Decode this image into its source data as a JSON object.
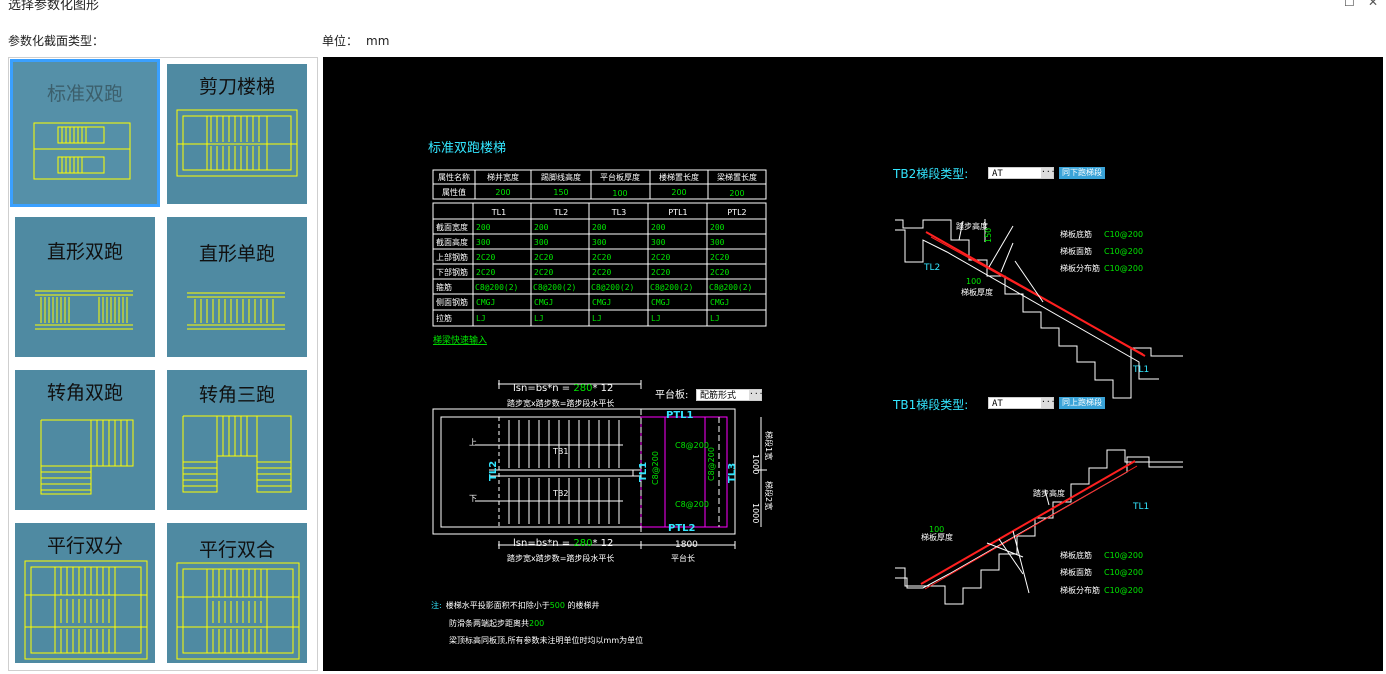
{
  "window": {
    "title": "选择参数化图形",
    "min_icon": "maximize-icon",
    "close_icon": "close-icon"
  },
  "labels": {
    "section_type": "参数化截面类型：",
    "unit_label": "单位：",
    "unit_value": "mm"
  },
  "gallery": [
    {
      "name": "标准双跑"
    },
    {
      "name": "剪刀楼梯"
    },
    {
      "name": "直形双跑"
    },
    {
      "name": "直形单跑"
    },
    {
      "name": "转角双跑"
    },
    {
      "name": "转角三跑"
    },
    {
      "name": "平行双分"
    },
    {
      "name": "平行双合"
    }
  ],
  "cad": {
    "title": "标准双跑楼梯",
    "prop_table": {
      "headers": [
        "属性名称",
        "梯井宽度",
        "踢脚线高度",
        "平台板厚度",
        "楼梯置长度",
        "梁梯置长度"
      ],
      "row_label": "属性值",
      "values": [
        "200",
        "150",
        "100",
        "200",
        "200"
      ]
    },
    "beam_table": {
      "columns": [
        "TL1",
        "TL2",
        "TL3",
        "PTL1",
        "PTL2"
      ],
      "rows": [
        {
          "label": "截面宽度",
          "values": [
            "200",
            "200",
            "200",
            "200",
            "200"
          ]
        },
        {
          "label": "截面高度",
          "values": [
            "300",
            "300",
            "300",
            "300",
            "300"
          ]
        },
        {
          "label": "上部钢筋",
          "values": [
            "2C20",
            "2C20",
            "2C20",
            "2C20",
            "2C20"
          ]
        },
        {
          "label": "下部钢筋",
          "values": [
            "2C20",
            "2C20",
            "2C20",
            "2C20",
            "2C20"
          ]
        },
        {
          "label": "箍筋",
          "values": [
            "C8@200(2)",
            "C8@200(2)",
            "C8@200(2)",
            "C8@200(2)",
            "C8@200(2)"
          ]
        },
        {
          "label": "侧面钢筋",
          "values": [
            "CMGJ",
            "CMGJ",
            "CMGJ",
            "CMGJ",
            "CMGJ"
          ]
        },
        {
          "label": "拉筋",
          "values": [
            "LJ",
            "LJ",
            "LJ",
            "LJ",
            "LJ"
          ]
        }
      ]
    },
    "quick_input": "梯梁快速输入",
    "plan": {
      "top_formula_prefix": "lsn=bs*n = ",
      "top_formula_value": "280",
      "top_formula_mult": "* 12",
      "top_formula_desc": "踏步宽x踏步数=踏步段水平长",
      "bottom_formula_prefix": "lsn=bs*n = ",
      "bottom_formula_value": "280",
      "bottom_formula_mult": "* 12",
      "bottom_formula_desc": "踏步宽x踏步数=踏步段水平长",
      "platform_label": "平台板:",
      "platform_value": "配筋形式",
      "ptl1": "PTL1",
      "ptl2": "PTL2",
      "tl1": "TL1",
      "tl2": "TL2",
      "tl3": "TL3",
      "tb1": "TB1",
      "tb2": "TB2",
      "c8_top": "C8@200",
      "c8_bottom": "C8@200",
      "c8_left": "C8@200",
      "c8_right": "C8@200",
      "up": "上",
      "down": "下",
      "dim_1000a": "1000",
      "dim_1000b": "1000",
      "width1": "梯段1宽",
      "width2": "梯段2宽",
      "platform_length": "1800",
      "platform_length_label": "平台长"
    },
    "notes": {
      "prefix": "注:",
      "line1_a": "楼梯水平投影面积不扣除小于",
      "line1_b": "500",
      "line1_c": " 的楼梯井",
      "line2_a": "防滑条两端起步距离共",
      "line2_b": "200",
      "line3": "梁顶标高同板顶,所有参数未注明单位时均以mm为单位"
    },
    "tb2": {
      "label": "TB2梯段类型:",
      "value": "AT",
      "button": "同下跑梯段",
      "step_height": "踏步高度",
      "step_height_val": "150",
      "thickness_val": "100",
      "thickness": "梯板厚度",
      "bottom_rebar": "梯板底筋",
      "bottom_rebar_val": "C10@200",
      "top_rebar": "梯板面筋",
      "top_rebar_val": "C10@200",
      "dist_rebar": "梯板分布筋",
      "dist_rebar_val": "C10@200",
      "tl2": "TL2",
      "tl1": "TL1"
    },
    "tb1": {
      "label": "TB1梯段类型:",
      "value": "AT",
      "button": "同上跑梯段",
      "step_height": "踏步高度",
      "thickness_val": "100",
      "thickness": "梯板厚度",
      "bottom_rebar": "梯板底筋",
      "bottom_rebar_val": "C10@200",
      "top_rebar": "梯板面筋",
      "top_rebar_val": "C10@200",
      "dist_rebar": "梯板分布筋",
      "dist_rebar_val": "C10@200",
      "tl1": "TL1"
    },
    "colors": {
      "cad_bg": "#000000",
      "line": "#ffffff",
      "yellow": "#ffff00",
      "cyan": "#33e6ff",
      "green": "#00e600",
      "magenta": "#ff00ff",
      "red": "#ff2020",
      "tile": "#4f8aa2",
      "selected": "#3aa0ff"
    }
  }
}
